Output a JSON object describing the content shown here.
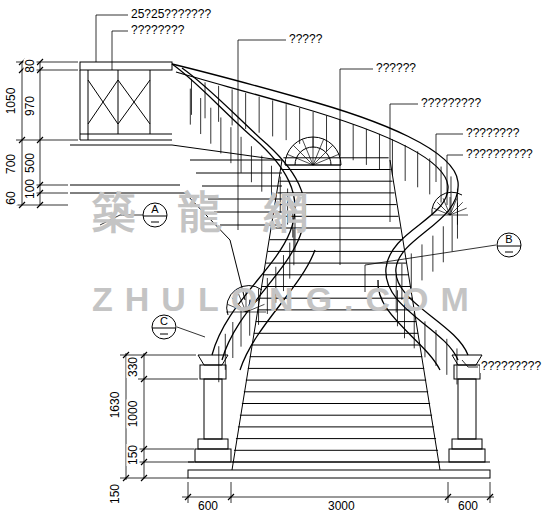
{
  "diagram": {
    "nodes": [
      {
        "text": [
          "A"
        ]
      },
      {
        "text": [
          "B"
        ]
      },
      {
        "text": [
          "C"
        ]
      }
    ],
    "labels": [
      "25?25???????",
      "????????",
      "?????",
      "??????",
      "?????????",
      "????????",
      "??????????",
      "?????????",
      "1050",
      "970",
      "80",
      "700",
      "500",
      "100",
      "60",
      "1630",
      "330",
      "1000",
      "150",
      "150",
      "600",
      "3000",
      "600",
      "築龍網",
      "ZHULONG.COM"
    ]
  }
}
